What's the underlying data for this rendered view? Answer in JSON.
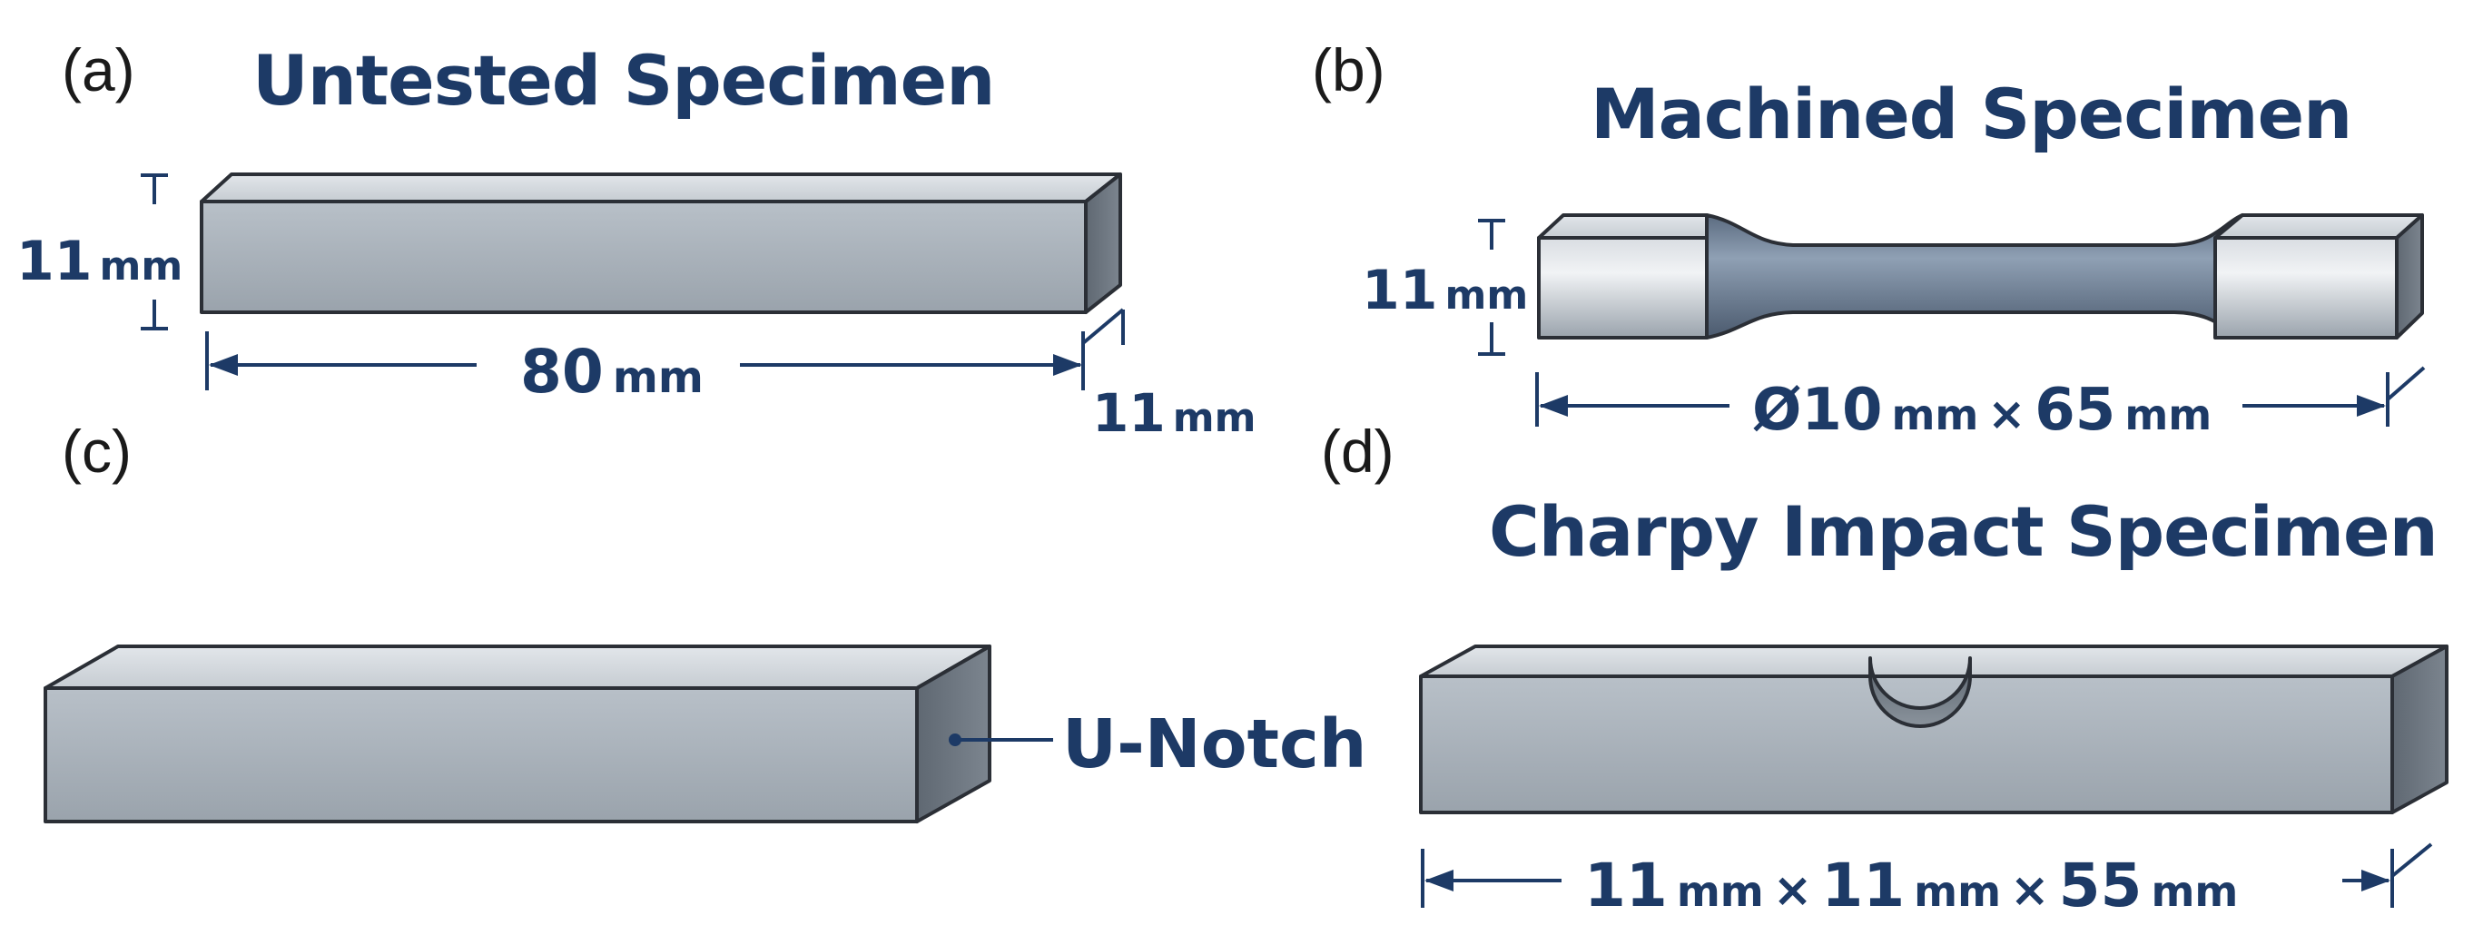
{
  "panels": {
    "a": {
      "label": "(a)",
      "title": "Untested Specimen",
      "height_num": "11",
      "height_unit": "mm",
      "length_num": "80",
      "length_unit": "mm",
      "depth_num": "11",
      "depth_unit": "mm"
    },
    "b": {
      "label": "(b)",
      "title": "Machined Specimen",
      "height_num": "11",
      "height_unit": "mm",
      "dim_prefix": "Ø10",
      "dim_unit1": "mm",
      "dim_times": "×",
      "dim_num2": "65",
      "dim_unit2": "mm"
    },
    "c": {
      "label": "(c)",
      "notch_label": "U-Notch"
    },
    "d": {
      "label": "(d)",
      "title": "Charpy Impact Specimen",
      "n1": "11",
      "u1": "mm",
      "x1": "×",
      "n2": "11",
      "u2": "mm",
      "x2": "×",
      "n3": "55",
      "u3": "mm"
    }
  },
  "colors": {
    "text_dark": "#1d3a66",
    "metal_front": "#a9b2bb",
    "metal_top": "#d4d9de",
    "metal_side": "#6d7680"
  }
}
